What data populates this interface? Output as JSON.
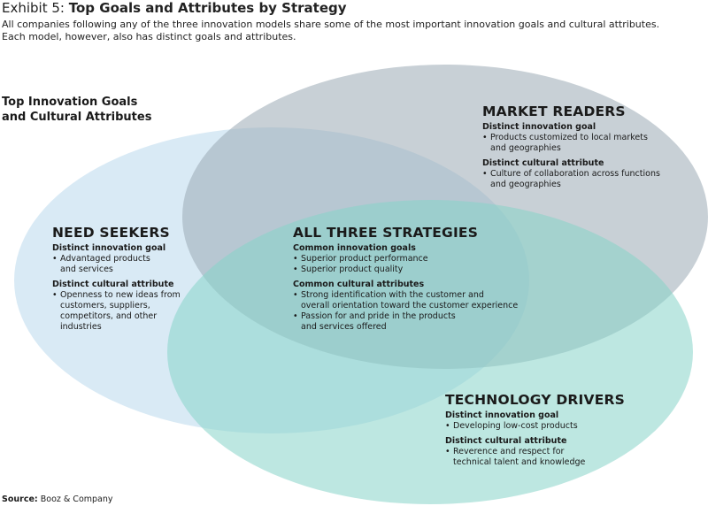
{
  "title": {
    "exhibit": "Exhibit 5:",
    "main": "Top Goals and Attributes by Strategy"
  },
  "subtitle": [
    "All companies following any of the three innovation models share some of the most important innovation goals and cultural attributes.",
    "Each model, however, also has distinct goals and attributes."
  ],
  "side_title": [
    "Top Innovation Goals",
    "and Cultural Attributes"
  ],
  "colors": {
    "need_seekers": "#c0dcee",
    "market_readers": "#9aaab4",
    "technology_drivers": "#86d3c8"
  },
  "need_seekers": {
    "heading": "NEED SEEKERS",
    "goal_label": "Distinct innovation goal",
    "goal_items": [
      [
        "Advantaged products",
        "and services"
      ]
    ],
    "attr_label": "Distinct cultural attribute",
    "attr_items": [
      [
        "Openness to new ideas from",
        "customers, suppliers,",
        "competitors, and other",
        "industries"
      ]
    ]
  },
  "market_readers": {
    "heading": "MARKET READERS",
    "goal_label": "Distinct innovation goal",
    "goal_items": [
      [
        "Products customized to local markets",
        "and geographies"
      ]
    ],
    "attr_label": "Distinct cultural attribute",
    "attr_items": [
      [
        "Culture of collaboration across functions",
        "and geographies"
      ]
    ]
  },
  "all_three": {
    "heading": "ALL THREE STRATEGIES",
    "goal_label": "Common innovation goals",
    "goal_items": [
      [
        "Superior product performance"
      ],
      [
        "Superior product quality"
      ]
    ],
    "attr_label": "Common cultural attributes",
    "attr_items": [
      [
        "Strong identification with the customer and",
        "overall orientation toward the customer experience"
      ],
      [
        "Passion for and pride in the products",
        "and services offered"
      ]
    ]
  },
  "technology_drivers": {
    "heading": "TECHNOLOGY DRIVERS",
    "goal_label": "Distinct innovation goal",
    "goal_items": [
      [
        "Developing low-cost products"
      ]
    ],
    "attr_label": "Distinct cultural attribute",
    "attr_items": [
      [
        "Reverence and respect for",
        "technical talent and knowledge"
      ]
    ]
  },
  "source": {
    "label": "Source:",
    "text": "Booz & Company"
  }
}
